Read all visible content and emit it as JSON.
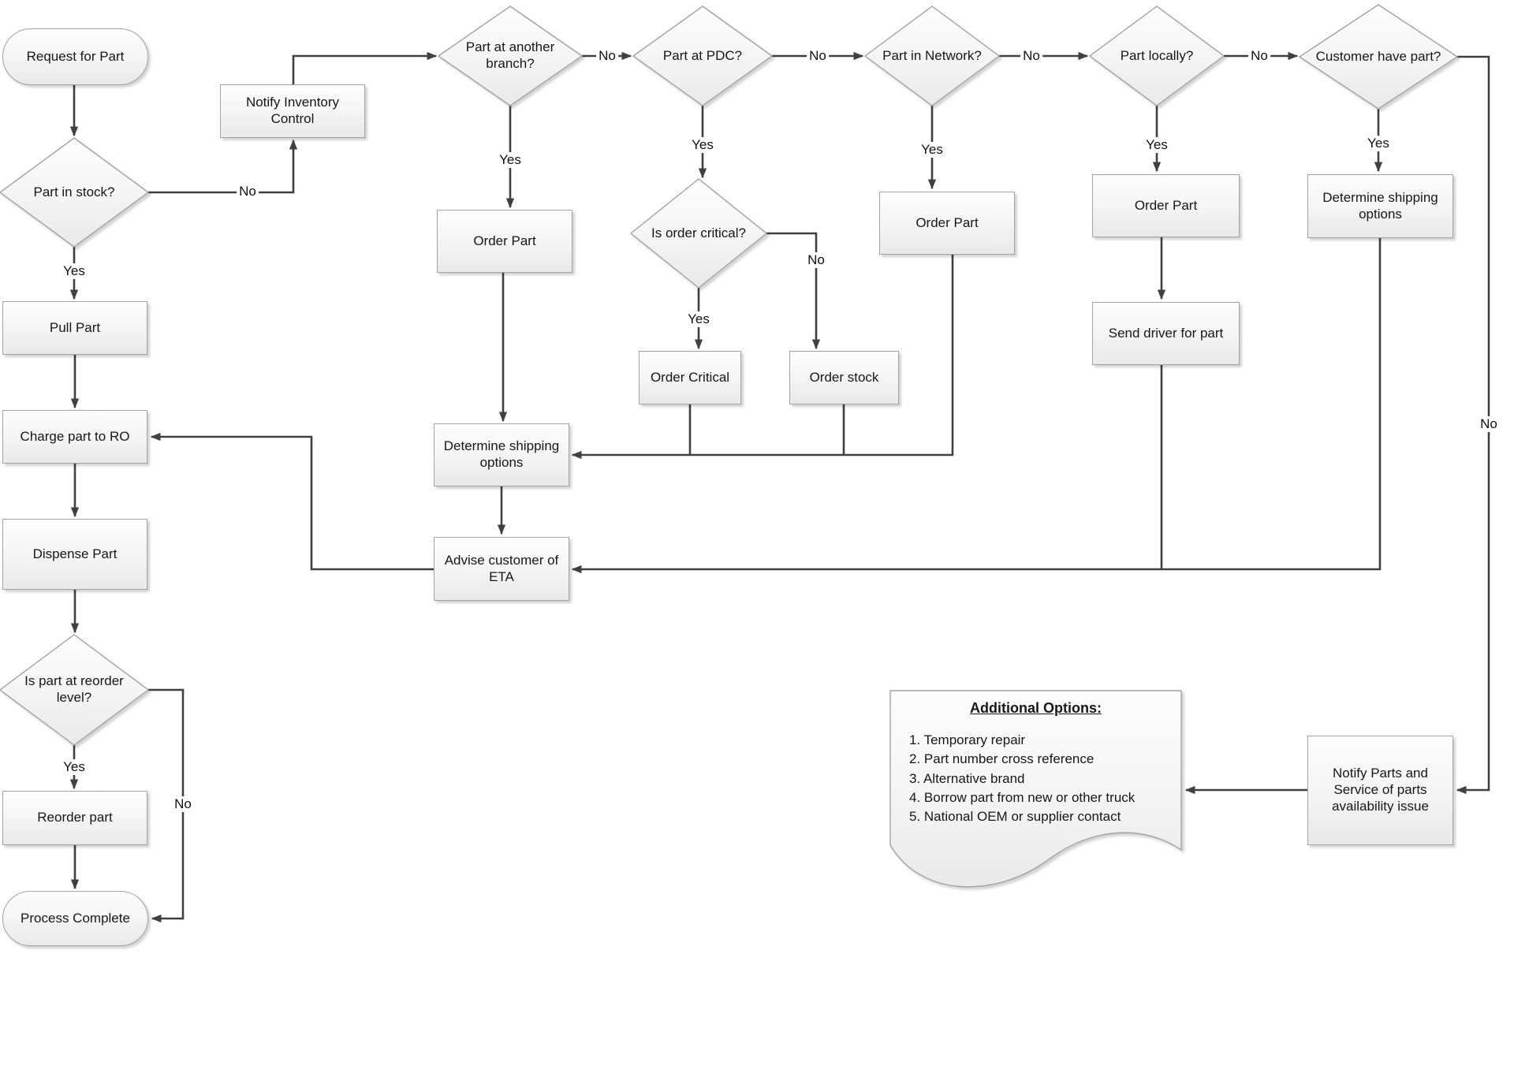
{
  "diagram": {
    "nodes": {
      "request_for_part": "Request for Part",
      "part_in_stock": "Part in stock?",
      "notify_inventory_control": "Notify Inventory Control",
      "part_at_another_branch": "Part at another branch?",
      "part_at_pdc": "Part at PDC?",
      "part_in_network": "Part in Network?",
      "part_locally": "Part locally?",
      "customer_have_part": "Customer have part?",
      "order_part_branch": "Order Part",
      "is_order_critical": "Is order critical?",
      "order_critical": "Order Critical",
      "order_stock": "Order stock",
      "determine_shipping_left": "Determine shipping options",
      "advise_customer_eta": "Advise customer of ETA",
      "order_part_network": "Order Part",
      "order_part_locally": "Order Part",
      "send_driver_for_part": "Send driver for part",
      "determine_shipping_right": "Determine shipping options",
      "notify_parts_service": "Notify Parts and Service of parts availability issue",
      "pull_part": "Pull Part",
      "charge_part_to_ro": "Charge part to RO",
      "dispense_part": "Dispense Part",
      "is_part_at_reorder_level": "Is part at reorder level?",
      "reorder_part": "Reorder part",
      "process_complete": "Process Complete"
    },
    "edge_labels": [
      {
        "edge": "part-in-stock-no",
        "text": "No"
      },
      {
        "edge": "part-in-stock-yes",
        "text": "Yes"
      },
      {
        "edge": "branch-no",
        "text": "No"
      },
      {
        "edge": "branch-yes",
        "text": "Yes"
      },
      {
        "edge": "pdc-no",
        "text": "No"
      },
      {
        "edge": "pdc-yes",
        "text": "Yes"
      },
      {
        "edge": "network-no",
        "text": "No"
      },
      {
        "edge": "network-yes",
        "text": "Yes"
      },
      {
        "edge": "locally-no",
        "text": "No"
      },
      {
        "edge": "locally-yes",
        "text": "Yes"
      },
      {
        "edge": "customer-yes",
        "text": "Yes"
      },
      {
        "edge": "customer-no",
        "text": "No"
      },
      {
        "edge": "critical-yes",
        "text": "Yes"
      },
      {
        "edge": "critical-no",
        "text": "No"
      },
      {
        "edge": "reorder-level-yes",
        "text": "Yes"
      },
      {
        "edge": "reorder-level-no",
        "text": "No"
      }
    ],
    "note": {
      "title": "Additional Options:",
      "items": [
        "1. Temporary repair",
        "2. Part number cross reference",
        "3. Alternative brand",
        "4. Borrow part from new or other truck",
        "5. National OEM or supplier contact"
      ]
    },
    "colors": {
      "connector_line": "#404040",
      "shape_border": "#a3a3a3",
      "shape_fill_top": "#fdfdfd",
      "shape_fill_bottom": "#e9e9e9",
      "background": "#ffffff",
      "text": "#171717"
    }
  }
}
